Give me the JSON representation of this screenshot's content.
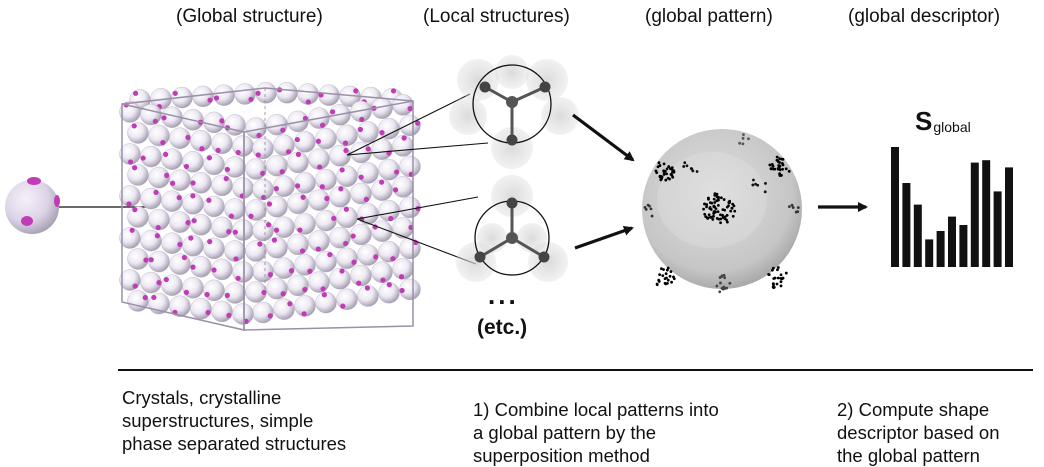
{
  "headers": {
    "global_structure": "(Global structure)",
    "local_structures": "(Local structures)",
    "global_pattern": "(global pattern)",
    "global_descriptor": "(global descriptor)"
  },
  "local": {
    "ellipsis": "...",
    "etc": "(etc.)"
  },
  "descriptor": {
    "symbol": "S",
    "subscript": "global",
    "bars": [
      1.0,
      0.7,
      0.52,
      0.23,
      0.3,
      0.42,
      0.35,
      0.87,
      0.89,
      0.63,
      0.83
    ]
  },
  "captions": {
    "left": "Crystals, crystalline\nsuperstructures, simple\nphase separated structures",
    "middle": "1) Combine local patterns into\na global pattern by the\nsuperposition method",
    "right": "2) Compute shape\ndescriptor based on\nthe global pattern"
  },
  "colors": {
    "particle": "#f1eef6",
    "patch": "#c13ab6",
    "box_edge": "#9a90a8",
    "sphere": "#c8c8c8",
    "ink": "#111111"
  }
}
